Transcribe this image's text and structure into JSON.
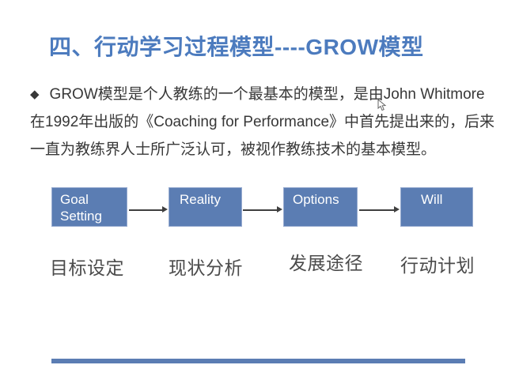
{
  "slide": {
    "title": "四、行动学习过程模型----GROW模型",
    "paragraph": {
      "bullet": "◆",
      "lines": [
        "GROW模型是个人教练的一个最基本的模型，是由John Whitmore",
        "在1992年出版的《Coaching for Performance》中首先提出来的，后来",
        "一直为教练界人士所广泛认可，被视作教练技术的基本模型。"
      ]
    },
    "flow": {
      "boxes": [
        {
          "text": "Goal\nSetting",
          "caption": "目标设定"
        },
        {
          "text": "Reality",
          "caption": "现状分析"
        },
        {
          "text": "Options",
          "caption": "发展途径"
        },
        {
          "text": "Will",
          "caption": "行动计划"
        }
      ]
    },
    "colors": {
      "title": "#4c7bbe",
      "box_fill": "#5b7db3",
      "box_border": "#97abd0",
      "box_text": "#ffffff",
      "arrow": "#3f3f3f",
      "body_text": "#383838",
      "caption_text": "#4b4b4b",
      "accent_bar": "#5b7db3"
    }
  }
}
